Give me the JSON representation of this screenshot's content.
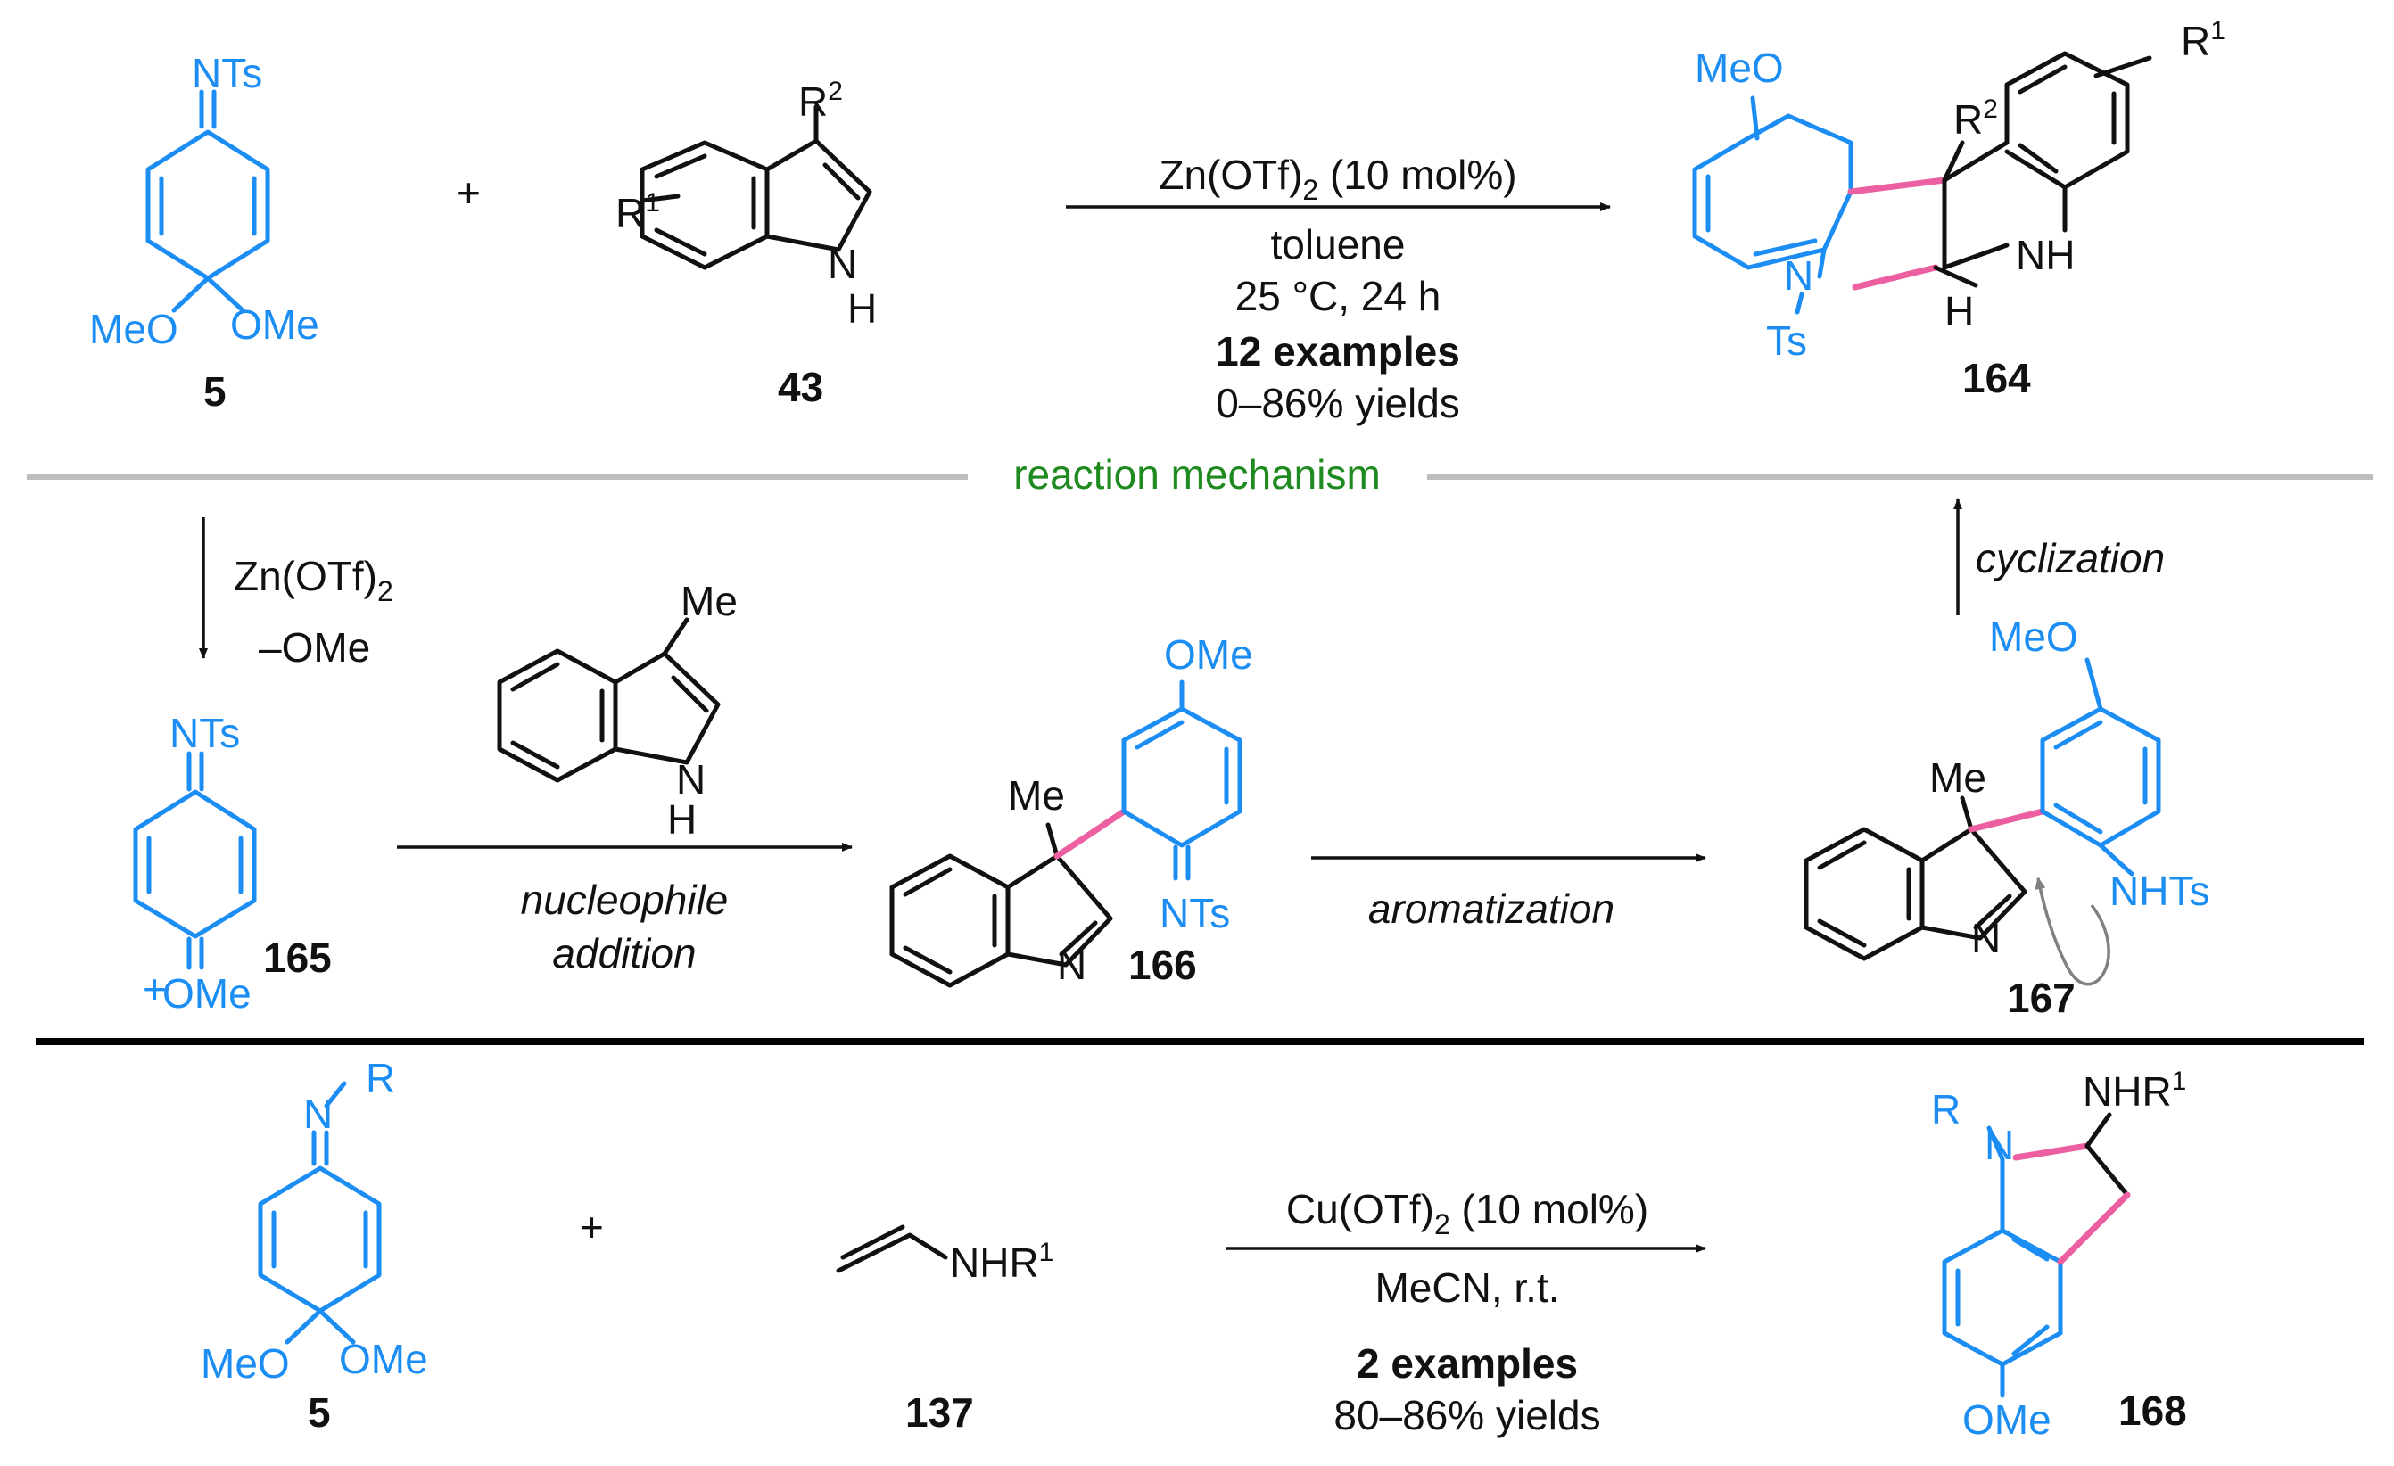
{
  "scheme": {
    "section_divider_label": "reaction mechanism",
    "top_reaction": {
      "reactant1": {
        "imine": "NTs",
        "ome_left": "MeO",
        "ome_right": "OMe",
        "number": "5"
      },
      "plus": "+",
      "reactant2": {
        "r1": "R",
        "r1_sup": "1",
        "r2": "R",
        "r2_sup": "2",
        "nh": "N",
        "h": "H",
        "number": "43"
      },
      "conditions": {
        "catalyst_main": "Zn(OTf)",
        "catalyst_sub": "2",
        "catalyst_rest": " (10 mol%)",
        "solvent": "toluene",
        "temp_time": "25 °C, 24 h",
        "examples": "12 examples",
        "yields": "0–86% yields"
      },
      "product": {
        "meo": "MeO",
        "r1": "R",
        "r1_sup": "1",
        "r2": "R",
        "r2_sup": "2",
        "nh": "NH",
        "n": "N",
        "ts": "Ts",
        "h": "H",
        "number": "164"
      }
    },
    "mechanism": {
      "step1": {
        "reagent_main": "Zn(OTf)",
        "reagent_sub": "2",
        "leaving": "–OMe"
      },
      "cation": {
        "imine": "NTs",
        "oxonium": "OMe",
        "charge": "+",
        "number": "165"
      },
      "indole": {
        "me": "Me",
        "n": "N",
        "h": "H"
      },
      "step2": {
        "line1": "nucleophile",
        "line2": "addition"
      },
      "adduct": {
        "me": "Me",
        "n": "N",
        "ome": "OMe",
        "imine": "NTs",
        "number": "166"
      },
      "step3": "aromatization",
      "aromatic": {
        "me": "Me",
        "n": "N",
        "meo": "MeO",
        "nhts": "NHTs",
        "number": "167"
      },
      "step4": "cyclization"
    },
    "bottom_reaction": {
      "reactant1": {
        "n": "N",
        "r": "R",
        "ome_left": "MeO",
        "ome_right": "OMe",
        "number": "5"
      },
      "plus": "+",
      "reactant2": {
        "nhr": "NHR",
        "sup": "1",
        "number": "137"
      },
      "conditions": {
        "catalyst_main": "Cu(OTf)",
        "catalyst_sub": "2",
        "catalyst_rest": " (10 mol%)",
        "solvent_temp": "MeCN, r.t.",
        "examples": "2 examples",
        "yields": "80–86% yields"
      },
      "product": {
        "r": "R",
        "n": "N",
        "nhr": "NHR",
        "sup": "1",
        "ome": "OMe",
        "number": "168"
      }
    }
  }
}
